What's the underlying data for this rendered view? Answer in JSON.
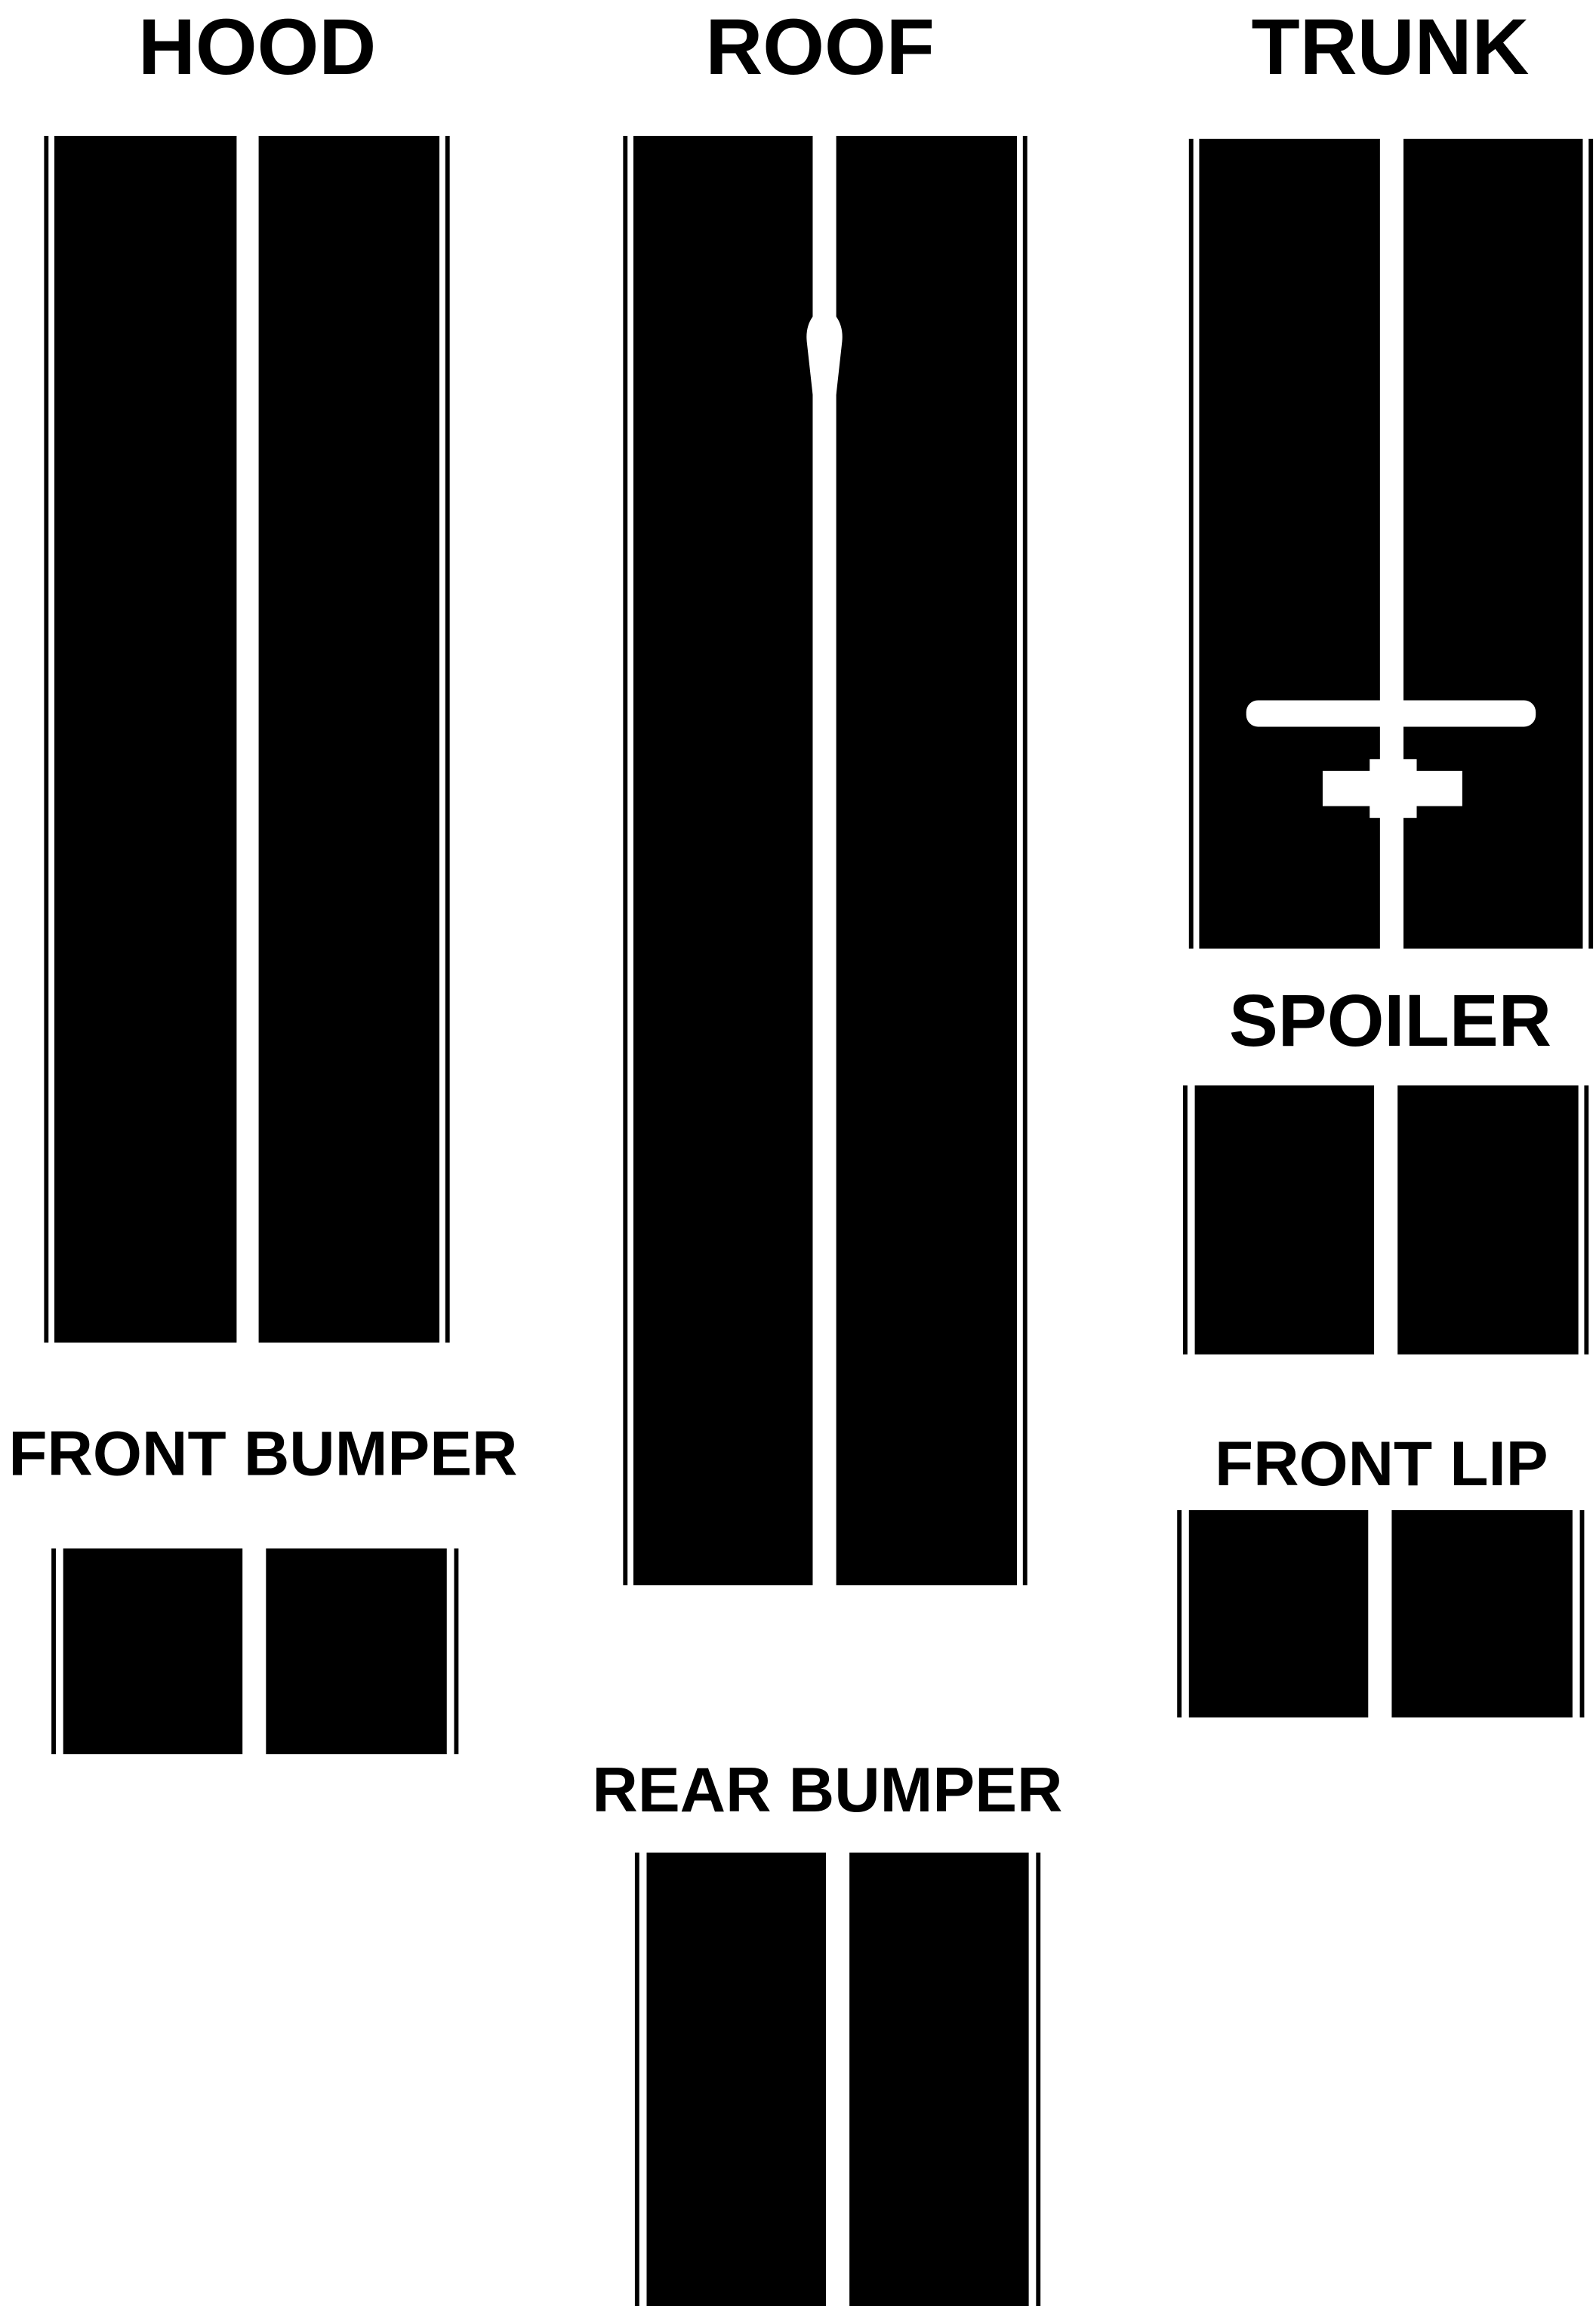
{
  "colors": {
    "stripe": "#000000",
    "background": "#ffffff"
  },
  "panels": {
    "hood": {
      "label": "HOOD"
    },
    "roof": {
      "label": "ROOF"
    },
    "trunk": {
      "label": "TRUNK"
    },
    "spoiler": {
      "label": "SPOILER"
    },
    "front_bumper": {
      "label": "FRONT BUMPER"
    },
    "front_lip": {
      "label": "FRONT LIP"
    },
    "rear_bumper": {
      "label": "REAR BUMPER"
    }
  }
}
